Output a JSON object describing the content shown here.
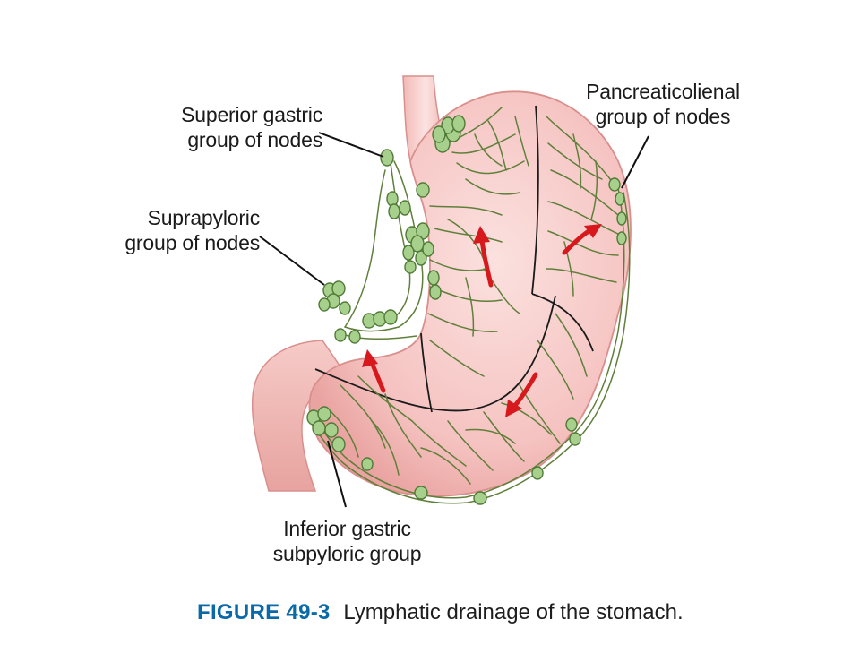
{
  "labels": {
    "superior": [
      "Superior gastric",
      "group of nodes"
    ],
    "suprapyloric": [
      "Suprapyloric",
      "group of nodes"
    ],
    "pancreaticolienal": [
      "Pancreaticolienal",
      "group of nodes"
    ],
    "inferior": [
      "Inferior gastric",
      "subpyloric group"
    ]
  },
  "caption": {
    "number": "FIGURE 49-3",
    "title": "Lymphatic drainage of the stomach."
  },
  "colors": {
    "stomach_fill": "#f6c6c4",
    "stomach_edge": "#d98f8c",
    "lymph_vessel": "#5f7f3a",
    "node_fill": "#a8d08d",
    "node_edge": "#4f7a36",
    "arrow": "#d7191e",
    "caption_accent": "#0a6aa8"
  }
}
